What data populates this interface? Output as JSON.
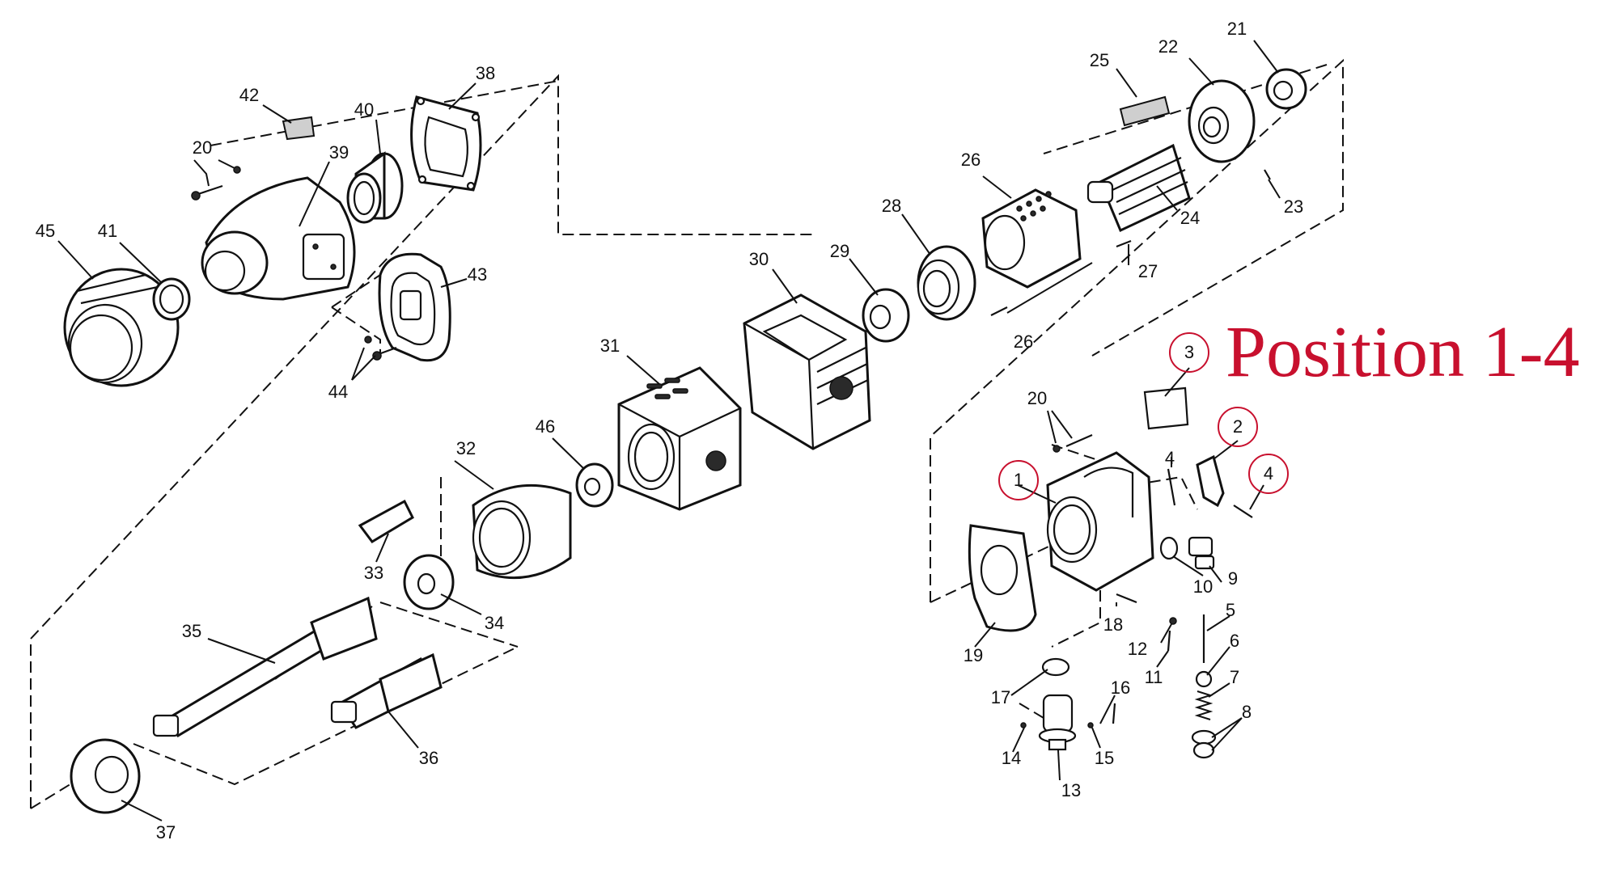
{
  "title": "Position 1-4",
  "accent_color": "#c8102e",
  "highlighted": [
    "1",
    "2",
    "3",
    "4"
  ],
  "labels": [
    "1",
    "2",
    "3",
    "4",
    "4",
    "5",
    "6",
    "7",
    "8",
    "9",
    "10",
    "11",
    "12",
    "13",
    "14",
    "15",
    "16",
    "17",
    "18",
    "19",
    "20",
    "20",
    "21",
    "22",
    "23",
    "24",
    "25",
    "26",
    "26",
    "27",
    "28",
    "29",
    "30",
    "31",
    "32",
    "33",
    "34",
    "35",
    "36",
    "37",
    "38",
    "39",
    "40",
    "41",
    "42",
    "43",
    "44",
    "45",
    "46"
  ]
}
